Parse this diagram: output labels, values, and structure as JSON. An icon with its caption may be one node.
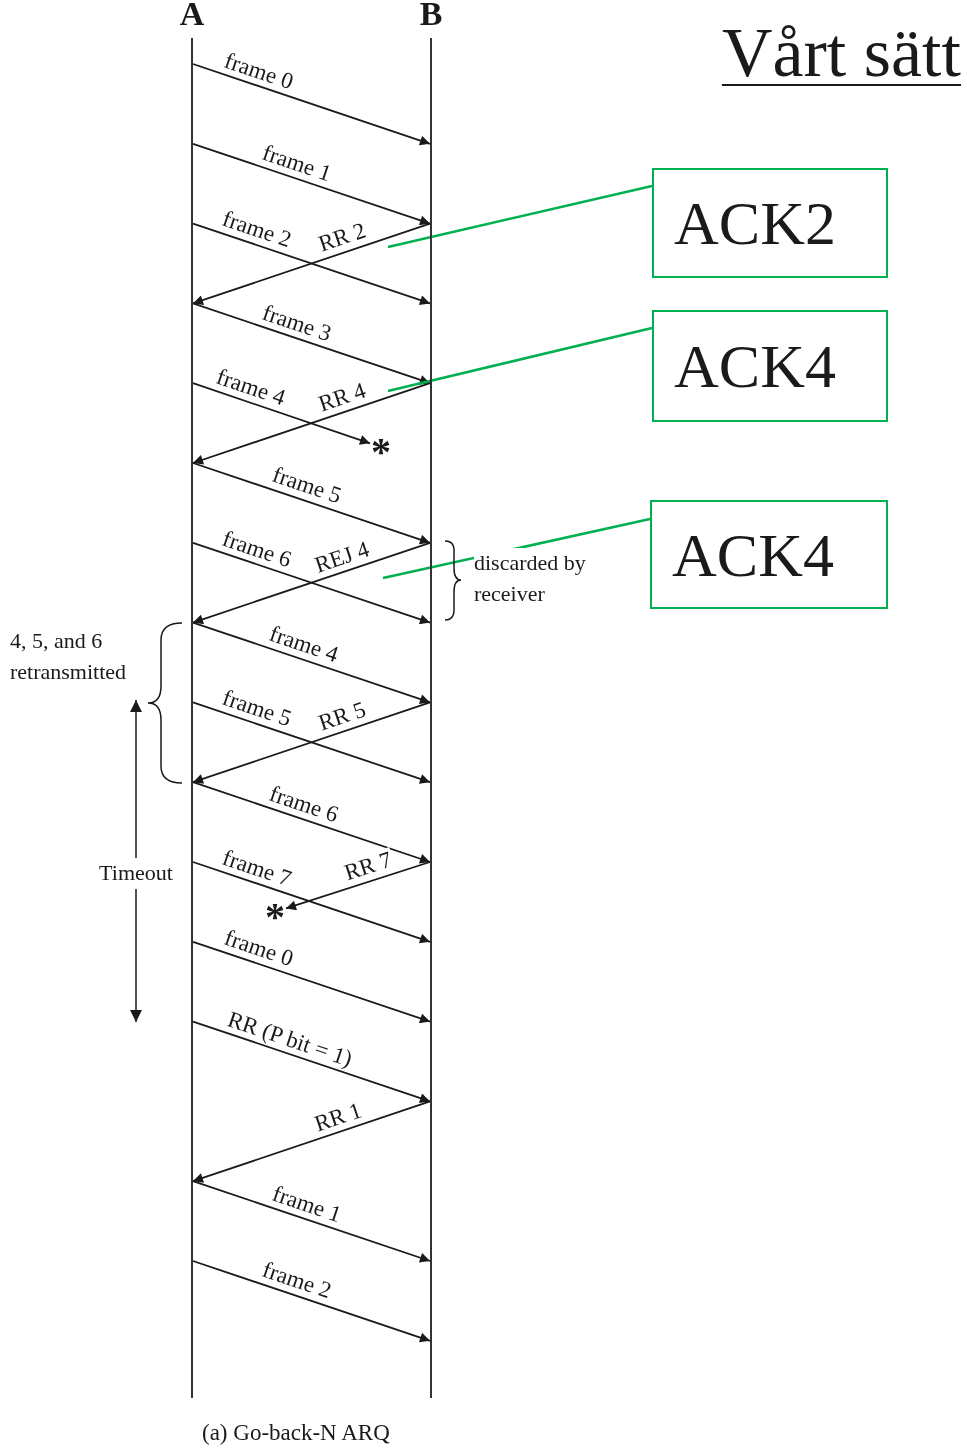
{
  "diagram": {
    "title": "Vårt sätt",
    "caption": "(a) Go-back-N ARQ",
    "nodes": [
      {
        "text": [
          "A"
        ]
      },
      {
        "text": [
          "B"
        ]
      },
      {
        "text": [
          "*"
        ]
      },
      {
        "text": [
          "*"
        ]
      },
      {
        "text": [
          "ACK2"
        ]
      },
      {
        "text": [
          "ACK4"
        ]
      },
      {
        "text": [
          "ACK4"
        ]
      }
    ],
    "edges": [
      {
        "from": 0,
        "to": 1,
        "arrow": "to",
        "label": "frame 0"
      },
      {
        "from": 0,
        "to": 1,
        "arrow": "to",
        "label": "frame 1"
      },
      {
        "from": 0,
        "to": 1,
        "arrow": "to",
        "label": "frame 2"
      },
      {
        "from": 1,
        "to": 0,
        "arrow": "to",
        "label": "RR 2"
      },
      {
        "from": 0,
        "to": 1,
        "arrow": "to",
        "label": "frame 3"
      },
      {
        "from": 0,
        "to": 2,
        "arrow": "to",
        "label": "frame 4"
      },
      {
        "from": 1,
        "to": 0,
        "arrow": "to",
        "label": "RR 4"
      },
      {
        "from": 0,
        "to": 1,
        "arrow": "to",
        "label": "frame 5"
      },
      {
        "from": 0,
        "to": 1,
        "arrow": "to",
        "label": "frame 6"
      },
      {
        "from": 1,
        "to": 0,
        "arrow": "to",
        "label": "REJ 4"
      },
      {
        "from": 0,
        "to": 1,
        "arrow": "to",
        "label": "frame 4"
      },
      {
        "from": 0,
        "to": 1,
        "arrow": "to",
        "label": "frame 5"
      },
      {
        "from": 1,
        "to": 0,
        "arrow": "to",
        "label": "RR 5"
      },
      {
        "from": 0,
        "to": 1,
        "arrow": "to",
        "label": "frame 6"
      },
      {
        "from": 0,
        "to": 1,
        "arrow": "to",
        "label": "frame 7"
      },
      {
        "from": 1,
        "to": 3,
        "arrow": "to",
        "label": "RR 7"
      },
      {
        "from": 0,
        "to": 1,
        "arrow": "to",
        "label": "frame 0"
      },
      {
        "from": 0,
        "to": 1,
        "arrow": "to",
        "label": "RR (P bit = 1)"
      },
      {
        "from": 1,
        "to": 0,
        "arrow": "to",
        "label": "RR 1"
      },
      {
        "from": 0,
        "to": 1,
        "arrow": "to",
        "label": "frame 1"
      },
      {
        "from": 0,
        "to": 1,
        "arrow": "to",
        "label": "frame 2"
      },
      {
        "from": 4,
        "to": null,
        "arrow": "none",
        "color": "#00b050"
      },
      {
        "from": 5,
        "to": null,
        "arrow": "none",
        "color": "#00b050"
      },
      {
        "from": 6,
        "to": null,
        "arrow": "none",
        "color": "#00b050"
      }
    ],
    "labels": [
      "discarded by receiver",
      "4, 5, and 6 retransmitted",
      "Timeout"
    ]
  }
}
